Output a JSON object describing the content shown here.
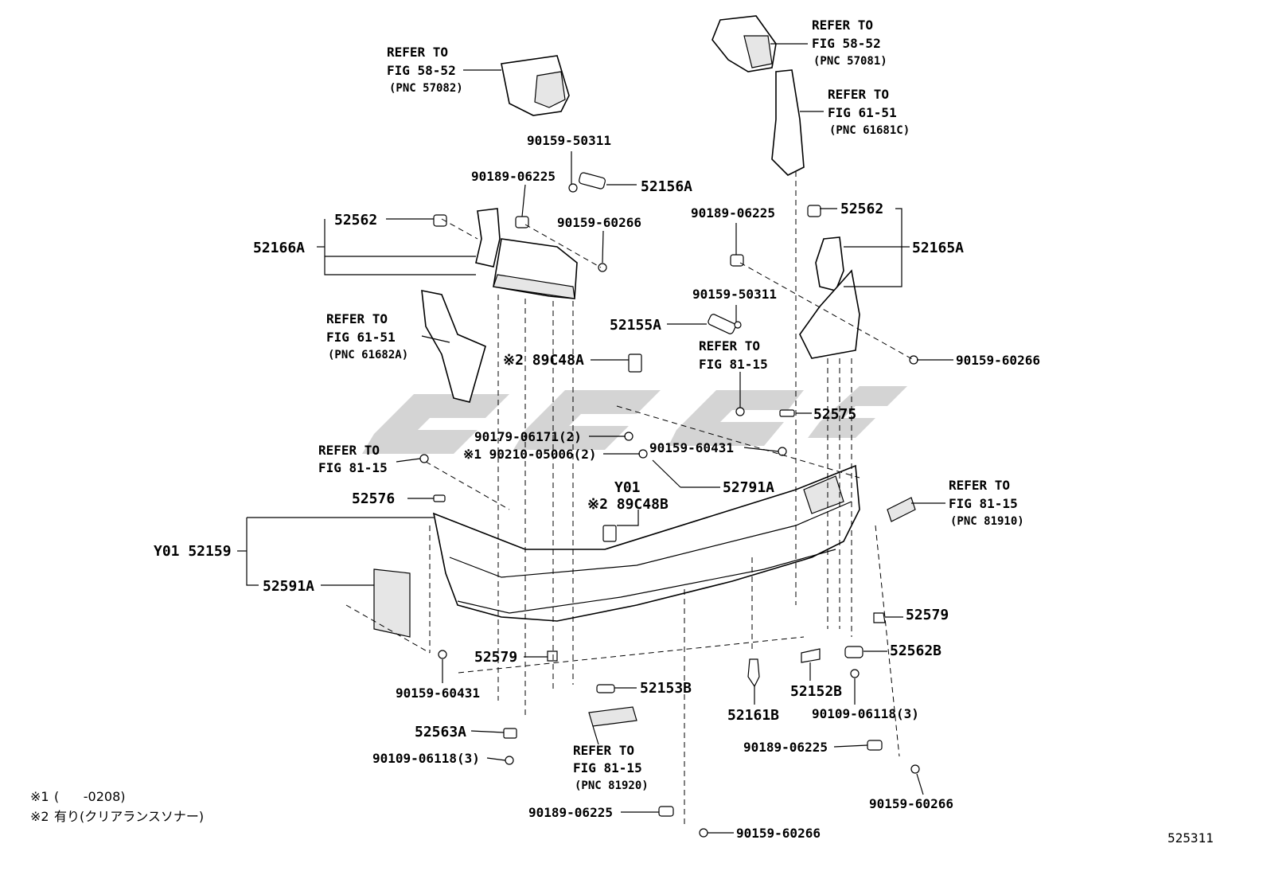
{
  "figure_number": "525311",
  "notes": [
    {
      "mark": "※1",
      "text": "(      -0208)"
    },
    {
      "mark": "※2",
      "text": "有り(クリアランスソナー)"
    }
  ],
  "refs": [
    {
      "line1": "REFER TO",
      "line2": "FIG 58-52",
      "pnc": "(PNC 57082)"
    },
    {
      "line1": "REFER TO",
      "line2": "FIG 58-52",
      "pnc": "(PNC 57081)"
    },
    {
      "line1": "REFER TO",
      "line2": "FIG 61-51",
      "pnc": "(PNC 61681C)"
    },
    {
      "line1": "REFER TO",
      "line2": "FIG 61-51",
      "pnc": "(PNC 61682A)"
    },
    {
      "line1": "REFER TO",
      "line2": "FIG 81-15",
      "pnc": ""
    },
    {
      "line1": "REFER TO",
      "line2": "FIG 81-15",
      "pnc": ""
    },
    {
      "line1": "REFER TO",
      "line2": "FIG 81-15",
      "pnc": "(PNC 81910)"
    },
    {
      "line1": "REFER TO",
      "line2": "FIG 81-15",
      "pnc": "(PNC 81920)"
    }
  ],
  "labels": [
    "90159-50311",
    "90189-06225",
    "52156A",
    "52562",
    "90159-60266",
    "52166A",
    "90189-06225",
    "52562",
    "52165A",
    "90159-50311",
    "52155A",
    "※2 89C48A",
    "90159-60266",
    "52575",
    "90179-06171(2)",
    "※1 90210-05006(2)",
    "90159-60431",
    "52791A",
    "52576",
    "Y01",
    "※2 89C48B",
    "Y01 52159",
    "52591A",
    "52579",
    "52579",
    "52562B",
    "90159-60431",
    "52153B",
    "52161B",
    "52152B",
    "90109-06118(3)",
    "52563A",
    "90109-06118(3)",
    "90189-06225",
    "90159-60266",
    "90189-06225",
    "90159-60266"
  ]
}
